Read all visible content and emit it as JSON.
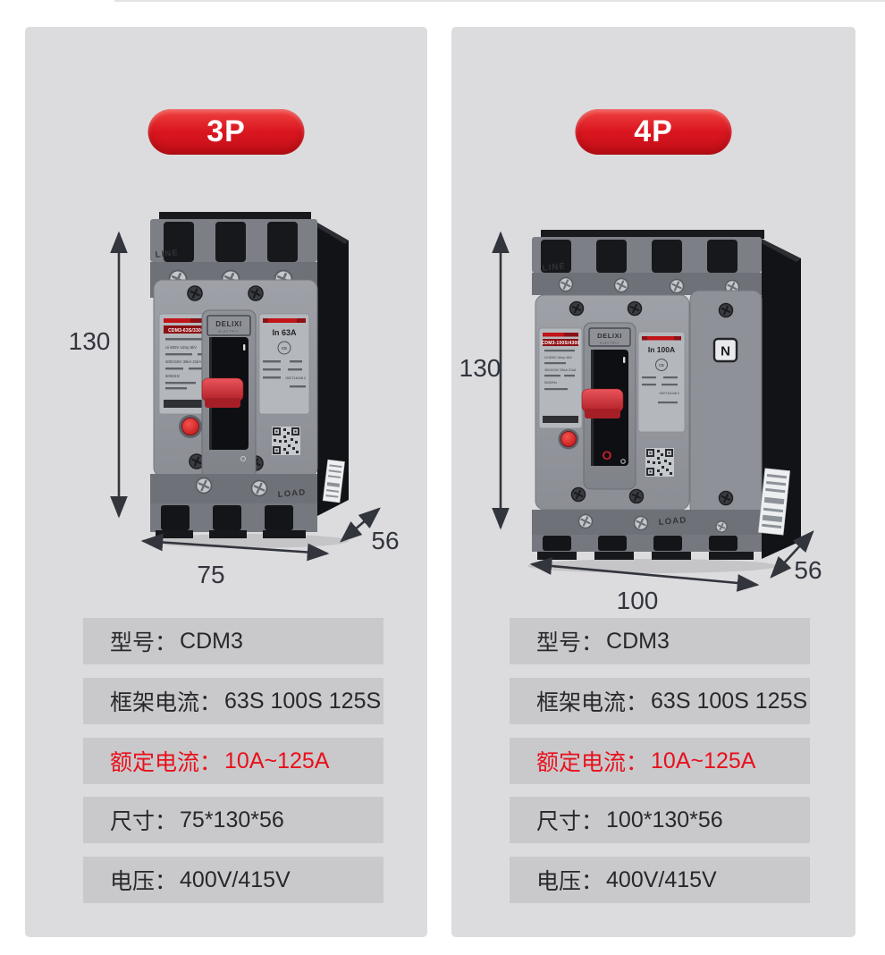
{
  "colors": {
    "accent_red": "#e8101c",
    "badge_red": "#d31420",
    "card_bg": "#dcdcde",
    "row_bg": "#c9c9cb"
  },
  "shared": {
    "brand": "DELIXI",
    "brand_sub": "ELECTRIC",
    "line_label": "LINE",
    "load_label": "LOAD",
    "ce_mark": "CE",
    "standard_label": "GB/T14048.2",
    "spec_ui": "Ui 800V Uimp 8kV",
    "spec_icu": "400/415V 35kA 21kA",
    "spec_freq": "50/60Hz",
    "dim_height": "130",
    "dim_depth": "56"
  },
  "left_card": {
    "badge": "3P",
    "model_label": "CDM3-63S/3300",
    "rating_label": "In 63A",
    "dim_width": "75",
    "specs": [
      {
        "label": "型号：",
        "value": "CDM3",
        "highlight": false
      },
      {
        "label": "框架电流：",
        "value": "63S 100S 125S",
        "highlight": false
      },
      {
        "label": "额定电流：",
        "value": "10A~125A",
        "highlight": true
      },
      {
        "label": "尺寸：",
        "value": "75*130*56",
        "highlight": false
      },
      {
        "label": "电压：",
        "value": "400V/415V",
        "highlight": false
      }
    ]
  },
  "right_card": {
    "badge": "4P",
    "model_label": "CDM3-100S/4300",
    "rating_label": "In 100A",
    "neutral_label": "N",
    "off_mark": "O",
    "dim_width": "100",
    "specs": [
      {
        "label": "型号：",
        "value": "CDM3",
        "highlight": false
      },
      {
        "label": "框架电流：",
        "value": "63S 100S 125S",
        "highlight": false
      },
      {
        "label": "额定电流：",
        "value": "10A~125A",
        "highlight": true
      },
      {
        "label": "尺寸：",
        "value": "100*130*56",
        "highlight": false
      },
      {
        "label": "电压：",
        "value": "400V/415V",
        "highlight": false
      }
    ]
  }
}
